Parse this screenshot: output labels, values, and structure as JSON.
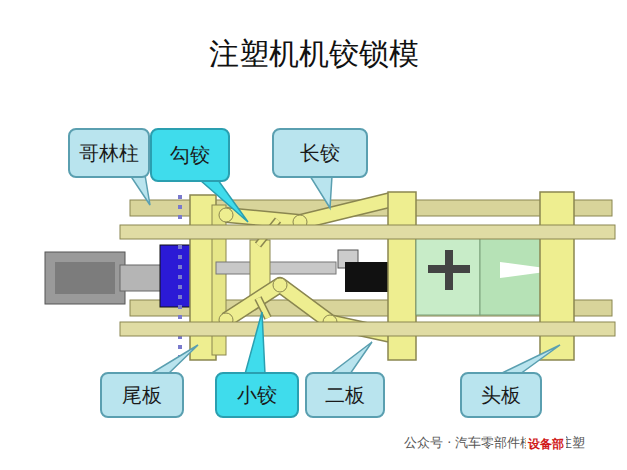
{
  "diagram": {
    "title": "注塑机机铰锁模",
    "nodes": [
      {
        "text": [
          "哥林柱"
        ]
      },
      {
        "text": [
          "勾铰"
        ]
      },
      {
        "text": [
          "长铰"
        ]
      },
      {
        "text": [
          "尾板"
        ]
      },
      {
        "text": [
          "小铰"
        ]
      },
      {
        "text": [
          "二板"
        ]
      },
      {
        "text": [
          "头板"
        ]
      }
    ],
    "labels": [
      "公众号 · 汽车零部件模具与注塑",
      "设备部"
    ]
  }
}
